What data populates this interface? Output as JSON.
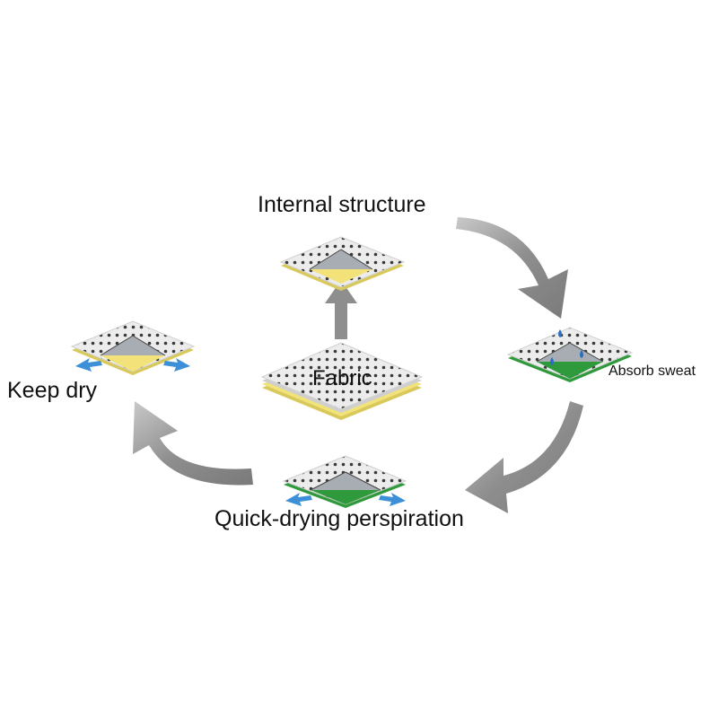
{
  "labels": {
    "internal_structure": "Internal structure",
    "fabric": "Fabric",
    "absorb_sweat": "Absorb sweat",
    "keep_dry": "Keep dry",
    "quick_drying": "Quick-drying perspiration"
  },
  "colors": {
    "cycle_arrow": "#8e8e8e",
    "fabric_top": "#ececec",
    "fabric_dot": "#3a3a3a",
    "inner_layer_yellow": "#f3e27a",
    "inner_layer_green": "#2f9a3c",
    "flap_gray": "#a7adb2",
    "airflow_blue": "#3d8fd8",
    "sweat_drop": "#2b6fc4"
  },
  "icons": {
    "cycle_arrows": "curved-arrow-icon",
    "up_arrow": "up-arrow-icon",
    "airflow": "airflow-arrow-icon",
    "sweat": "water-drop-icon"
  }
}
